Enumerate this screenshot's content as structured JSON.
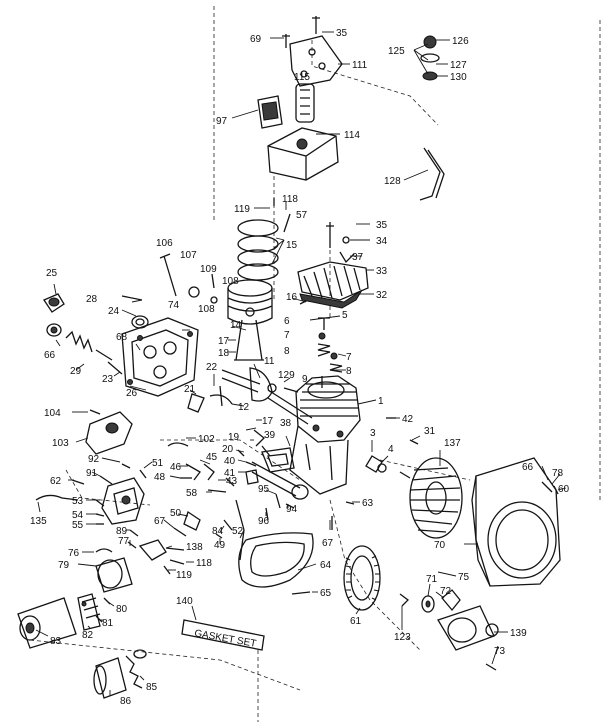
{
  "diagram": {
    "labels": [
      {
        "id": "69",
        "text": "69"
      },
      {
        "id": "35a",
        "text": "35"
      },
      {
        "id": "111",
        "text": "111"
      },
      {
        "id": "125",
        "text": "125"
      },
      {
        "id": "126",
        "text": "126"
      },
      {
        "id": "127",
        "text": "127"
      },
      {
        "id": "130",
        "text": "130"
      },
      {
        "id": "115",
        "text": "115"
      },
      {
        "id": "97",
        "text": "97"
      },
      {
        "id": "114",
        "text": "114"
      },
      {
        "id": "128",
        "text": "128"
      },
      {
        "id": "119a",
        "text": "119"
      },
      {
        "id": "118a",
        "text": "118"
      },
      {
        "id": "57",
        "text": "57"
      },
      {
        "id": "15",
        "text": "15"
      },
      {
        "id": "35b",
        "text": "35"
      },
      {
        "id": "34",
        "text": "34"
      },
      {
        "id": "37",
        "text": "37"
      },
      {
        "id": "33",
        "text": "33"
      },
      {
        "id": "32",
        "text": "32"
      },
      {
        "id": "106",
        "text": "106"
      },
      {
        "id": "107",
        "text": "107"
      },
      {
        "id": "109",
        "text": "109"
      },
      {
        "id": "108a",
        "text": "108"
      },
      {
        "id": "108b",
        "text": "108"
      },
      {
        "id": "74",
        "text": "74"
      },
      {
        "id": "25",
        "text": "25"
      },
      {
        "id": "28",
        "text": "28"
      },
      {
        "id": "24",
        "text": "24"
      },
      {
        "id": "16",
        "text": "16"
      },
      {
        "id": "5",
        "text": "5"
      },
      {
        "id": "14",
        "text": "14"
      },
      {
        "id": "6",
        "text": "6"
      },
      {
        "id": "7a",
        "text": "7"
      },
      {
        "id": "7b",
        "text": "7"
      },
      {
        "id": "8a",
        "text": "8"
      },
      {
        "id": "8b",
        "text": "8"
      },
      {
        "id": "9",
        "text": "9"
      },
      {
        "id": "66a",
        "text": "66"
      },
      {
        "id": "68",
        "text": "68"
      },
      {
        "id": "29",
        "text": "29"
      },
      {
        "id": "23",
        "text": "23"
      },
      {
        "id": "26",
        "text": "26"
      },
      {
        "id": "17a",
        "text": "17"
      },
      {
        "id": "18",
        "text": "18"
      },
      {
        "id": "22",
        "text": "22"
      },
      {
        "id": "11",
        "text": "11"
      },
      {
        "id": "129",
        "text": "129"
      },
      {
        "id": "21",
        "text": "21"
      },
      {
        "id": "12",
        "text": "12"
      },
      {
        "id": "1",
        "text": "1"
      },
      {
        "id": "42",
        "text": "42"
      },
      {
        "id": "104",
        "text": "104"
      },
      {
        "id": "17b",
        "text": "17"
      },
      {
        "id": "103",
        "text": "103"
      },
      {
        "id": "102",
        "text": "102"
      },
      {
        "id": "39",
        "text": "39"
      },
      {
        "id": "38",
        "text": "38"
      },
      {
        "id": "19",
        "text": "19"
      },
      {
        "id": "20",
        "text": "20"
      },
      {
        "id": "40",
        "text": "40"
      },
      {
        "id": "41",
        "text": "41"
      },
      {
        "id": "3",
        "text": "3"
      },
      {
        "id": "4",
        "text": "4"
      },
      {
        "id": "31",
        "text": "31"
      },
      {
        "id": "137",
        "text": "137"
      },
      {
        "id": "92",
        "text": "92"
      },
      {
        "id": "51",
        "text": "51"
      },
      {
        "id": "45",
        "text": "45"
      },
      {
        "id": "46",
        "text": "46"
      },
      {
        "id": "62",
        "text": "62"
      },
      {
        "id": "91",
        "text": "91"
      },
      {
        "id": "48",
        "text": "48"
      },
      {
        "id": "43",
        "text": "43"
      },
      {
        "id": "66b",
        "text": "66"
      },
      {
        "id": "78",
        "text": "78"
      },
      {
        "id": "60",
        "text": "60"
      },
      {
        "id": "95",
        "text": "95"
      },
      {
        "id": "58",
        "text": "58"
      },
      {
        "id": "63",
        "text": "63"
      },
      {
        "id": "53",
        "text": "53"
      },
      {
        "id": "135",
        "text": "135"
      },
      {
        "id": "54",
        "text": "54"
      },
      {
        "id": "55",
        "text": "55"
      },
      {
        "id": "50",
        "text": "50"
      },
      {
        "id": "96",
        "text": "96"
      },
      {
        "id": "94",
        "text": "94"
      },
      {
        "id": "52",
        "text": "52"
      },
      {
        "id": "84",
        "text": "84"
      },
      {
        "id": "67a",
        "text": "67"
      },
      {
        "id": "89",
        "text": "89"
      },
      {
        "id": "67b",
        "text": "67"
      },
      {
        "id": "70",
        "text": "70"
      },
      {
        "id": "49",
        "text": "49"
      },
      {
        "id": "77",
        "text": "77"
      },
      {
        "id": "138",
        "text": "138"
      },
      {
        "id": "76",
        "text": "76"
      },
      {
        "id": "118b",
        "text": "118"
      },
      {
        "id": "79",
        "text": "79"
      },
      {
        "id": "119b",
        "text": "119"
      },
      {
        "id": "64",
        "text": "64"
      },
      {
        "id": "75",
        "text": "75"
      },
      {
        "id": "65",
        "text": "65"
      },
      {
        "id": "71",
        "text": "71"
      },
      {
        "id": "72",
        "text": "72"
      },
      {
        "id": "80",
        "text": "80"
      },
      {
        "id": "140",
        "text": "140"
      },
      {
        "id": "61",
        "text": "61"
      },
      {
        "id": "123",
        "text": "123"
      },
      {
        "id": "83",
        "text": "83"
      },
      {
        "id": "82",
        "text": "82"
      },
      {
        "id": "81",
        "text": "81"
      },
      {
        "id": "139",
        "text": "139"
      },
      {
        "id": "73",
        "text": "73"
      },
      {
        "id": "86",
        "text": "86"
      },
      {
        "id": "85",
        "text": "85"
      }
    ],
    "gasket_set_text": "GASKET SET"
  }
}
